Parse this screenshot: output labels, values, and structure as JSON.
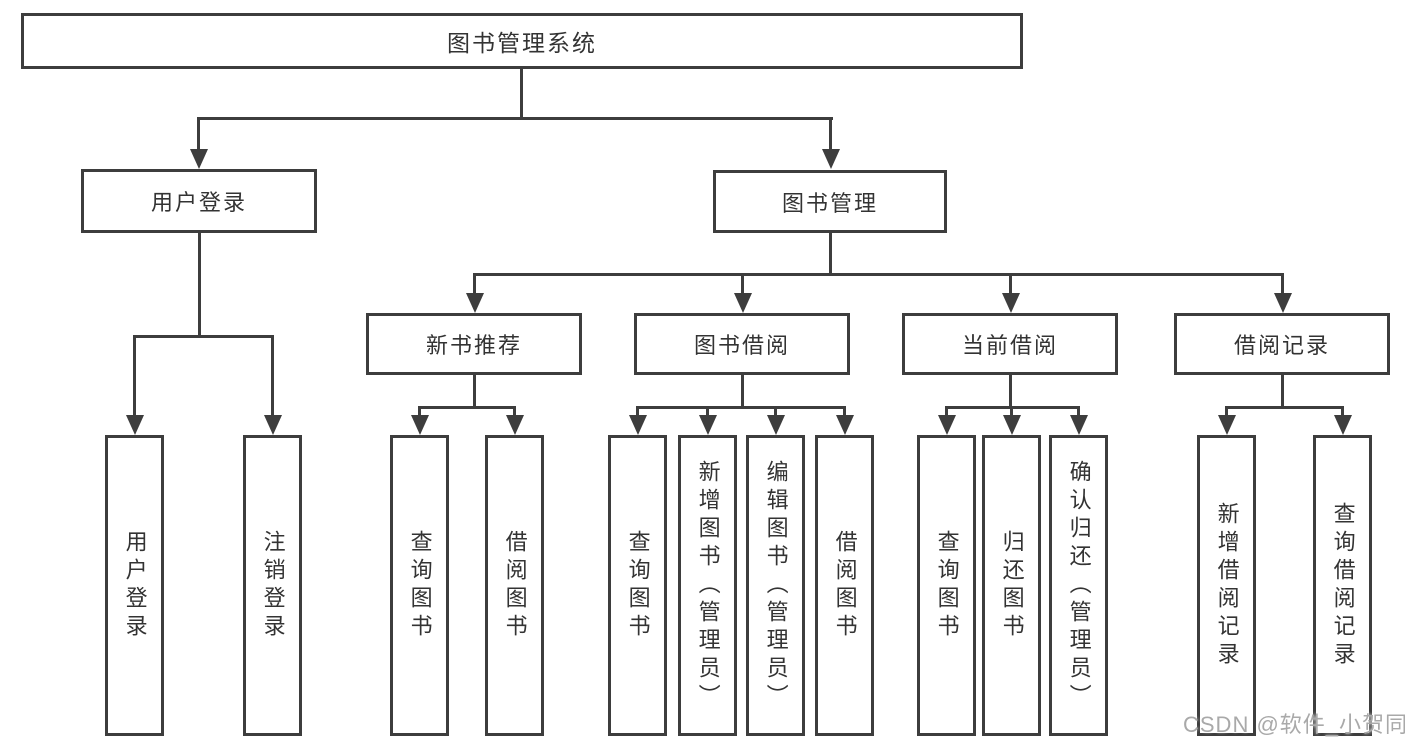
{
  "diagram": {
    "root": {
      "label": "图书管理系统"
    },
    "level2": [
      {
        "id": "user-login",
        "label": "用户登录"
      },
      {
        "id": "book-management",
        "label": "图书管理"
      }
    ],
    "level3": [
      {
        "id": "new-book-recommend",
        "label": "新书推荐"
      },
      {
        "id": "book-borrowing",
        "label": "图书借阅"
      },
      {
        "id": "current-borrowing",
        "label": "当前借阅"
      },
      {
        "id": "borrowing-records",
        "label": "借阅记录"
      }
    ],
    "leaves": [
      {
        "parent": "user-login",
        "label": "用户登录"
      },
      {
        "parent": "user-login",
        "label": "注销登录"
      },
      {
        "parent": "new-book-recommend",
        "label": "查询图书"
      },
      {
        "parent": "new-book-recommend",
        "label": "借阅图书"
      },
      {
        "parent": "book-borrowing",
        "label": "查询图书"
      },
      {
        "parent": "book-borrowing",
        "label": "新增图书（管理员）"
      },
      {
        "parent": "book-borrowing",
        "label": "编辑图书（管理员）"
      },
      {
        "parent": "book-borrowing",
        "label": "借阅图书"
      },
      {
        "parent": "current-borrowing",
        "label": "查询图书"
      },
      {
        "parent": "current-borrowing",
        "label": "归还图书"
      },
      {
        "parent": "current-borrowing",
        "label": "确认归还（管理员）"
      },
      {
        "parent": "borrowing-records",
        "label": "新增借阅记录"
      },
      {
        "parent": "borrowing-records",
        "label": "查询借阅记录"
      }
    ]
  },
  "watermark": "CSDN @软件_小贺同学",
  "colors": {
    "line": "#3d3d3d",
    "text": "#333333",
    "watermark": "#a9a9a9",
    "background": "#ffffff"
  }
}
